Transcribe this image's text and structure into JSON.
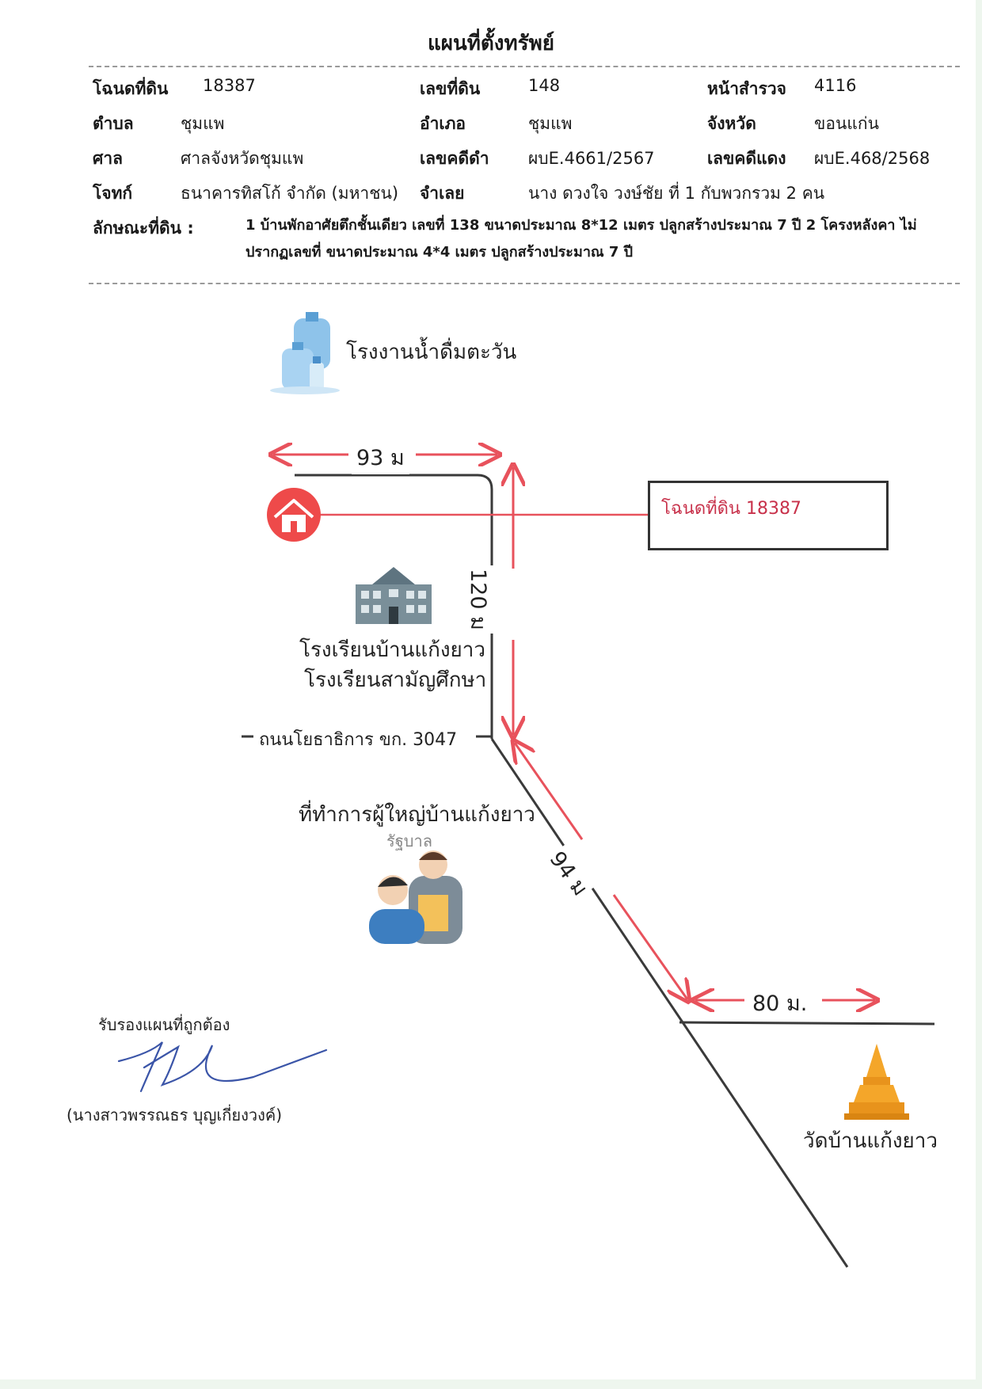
{
  "title": "แผนที่ตั้งทรัพย์",
  "header": {
    "row1": {
      "deed_label": "โฉนดที่ดิน",
      "deed_value": "18387",
      "land_no_label": "เลขที่ดิน",
      "land_no_value": "148",
      "survey_label": "หน้าสำรวจ",
      "survey_value": "4116"
    },
    "row2": {
      "tambon_label": "ตำบล",
      "tambon_value": "ชุมแพ",
      "amphoe_label": "อำเภอ",
      "amphoe_value": "ชุมแพ",
      "province_label": "จังหวัด",
      "province_value": "ขอนแก่น"
    },
    "row3": {
      "court_label": "ศาล",
      "court_value": "ศาลจังหวัดชุมแพ",
      "black_case_label": "เลขคดีดำ",
      "black_case_value": "ผบE.4661/2567",
      "red_case_label": "เลขคดีแดง",
      "red_case_value": "ผบE.468/2568"
    },
    "row4": {
      "plaintiff_label": "โจทก์",
      "plaintiff_value": "ธนาคารทิสโก้ จำกัด (มหาชน)",
      "defendant_label": "จำเลย",
      "defendant_value": "นาง ดวงใจ วงษ์ชัย  ที่ 1  กับพวกรวม 2 คน"
    },
    "land_desc_label": "ลักษณะที่ดิน :",
    "land_desc_line1": "1 บ้านพักอาศัยตึกชั้นเดียว เลขที่ 138 ขนาดประมาณ 8*12 เมตร ปลูกสร้างประมาณ 7 ปี 2 โครงหลังคา ไม่",
    "land_desc_line2": "ปรากฏเลขที่ ขนาดประมาณ 4*4 เมตร ปลูกสร้างประมาณ 7 ปี"
  },
  "map": {
    "water_factory": "โรงงานน้ำดื่มตะวัน",
    "dist_93": "93 ม",
    "dist_120": "120 ม",
    "dist_94": "94 ม",
    "dist_80": "80 ม.",
    "deed_box": "โฉนดที่ดิน 18387",
    "school_line1": "โรงเรียนบ้านแก้งยาว",
    "school_line2": "โรงเรียนสามัญศึกษา",
    "road": "ถนนโยธาธิการ ขก. 3047",
    "village_office": "ที่ทำการผู้ใหญ่บ้านแก้งยาว",
    "gov_caption": "รัฐบาล",
    "temple": "วัดบ้านแก้งยาว",
    "colors": {
      "route": "#e8525c",
      "road": "#3a3a3a",
      "marker": "#ee4a4a",
      "deed_text": "#c8324b"
    }
  },
  "signature": {
    "certify": "รับรองแผนที่ถูกต้อง",
    "name": "(นางสาวพรรณธร บุญเกี่ยงวงค์)"
  }
}
